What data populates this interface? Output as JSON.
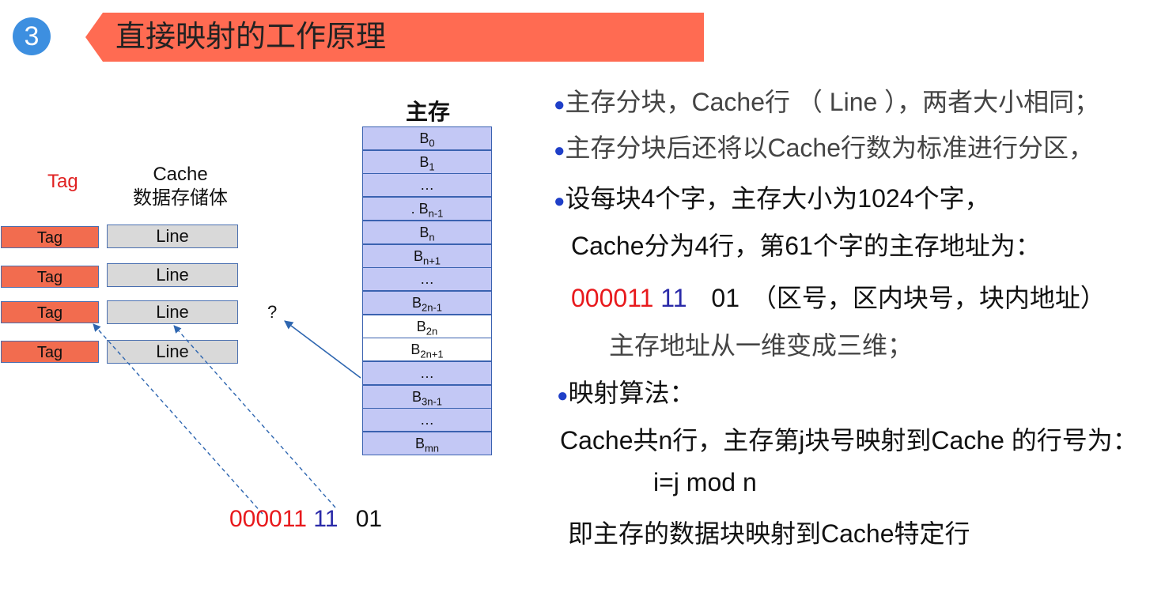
{
  "section_number": "3",
  "title": "直接映射的工作原理",
  "colors": {
    "banner": "#ff6b52",
    "circle": "#3d8fe0",
    "tag": "#f26c4f",
    "line": "#d9d9d9",
    "mem_block": "#c3c8f5",
    "red": "#e8191c",
    "blue": "#2a2aa8"
  },
  "cache": {
    "tag_header": "Tag",
    "data_header_line1": "Cache",
    "data_header_line2": "数据存储体",
    "rows": [
      {
        "tag": "Tag",
        "line": "Line"
      },
      {
        "tag": "Tag",
        "line": "Line"
      },
      {
        "tag": "Tag",
        "line": "Line"
      },
      {
        "tag": "Tag",
        "line": "Line"
      }
    ]
  },
  "memory": {
    "title": "主存",
    "blocks": [
      {
        "base": "B",
        "sub": "0",
        "fill": "blue"
      },
      {
        "base": "B",
        "sub": "1",
        "fill": "blue"
      },
      {
        "base": "…",
        "sub": "",
        "fill": "blue"
      },
      {
        "base": ".  B",
        "sub": "n-1",
        "fill": "blue"
      },
      {
        "base": "B",
        "sub": "n",
        "fill": "blue"
      },
      {
        "base": "B",
        "sub": "n+1",
        "fill": "blue"
      },
      {
        "base": "…",
        "sub": "",
        "fill": "blue"
      },
      {
        "base": "B",
        "sub": "2n-1",
        "fill": "blue"
      },
      {
        "base": "B",
        "sub": "2n",
        "fill": "white"
      },
      {
        "base": "B",
        "sub": "2n+1",
        "fill": "white"
      },
      {
        "base": "…",
        "sub": "",
        "fill": "blue"
      },
      {
        "base": "B",
        "sub": "3n-1",
        "fill": "blue"
      },
      {
        "base": "…",
        "sub": "",
        "fill": "blue"
      },
      {
        "base": "B",
        "sub": "mn",
        "fill": "blue"
      }
    ]
  },
  "question_mark": "?",
  "address": {
    "zone": "000011",
    "block": "11",
    "word": "01"
  },
  "right": {
    "bullet1": "主存分块，Cache行 （ Line ），两者大小相同；",
    "bullet2": "主存分块后还将以Cache行数为标准进行分区，",
    "bullet3": "设每块4个字，主存大小为1024个字，",
    "line4": "Cache分为4行，第61个字的主存地址为：",
    "addr_zone": "000011",
    "addr_block": "11",
    "addr_word": "01",
    "addr_note": "（区号，区内块号，块内地址）",
    "line6": "主存地址从一维变成三维；",
    "bullet4": "映射算法：",
    "line8": "Cache共n行，主存第j块号映射到Cache 的行号为：",
    "formula": "i=j mod n",
    "line10": "即主存的数据块映射到Cache特定行"
  }
}
